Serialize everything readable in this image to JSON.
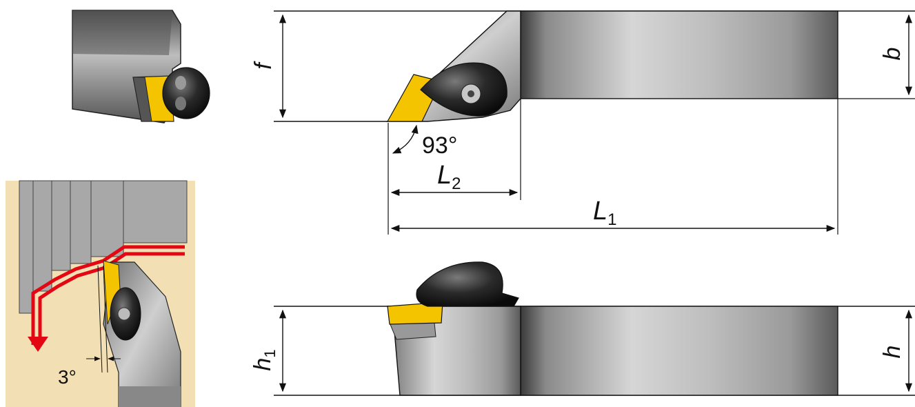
{
  "labels": {
    "f": "f",
    "b": "b",
    "h1_main": "h",
    "h1_sub": "1",
    "h": "h",
    "L1_main": "L",
    "L1_sub": "1",
    "L2_main": "L",
    "L2_sub": "2",
    "approach_angle": "93°",
    "clearance_angle": "3°"
  },
  "colors": {
    "insert_yellow": "#f5c400",
    "toolpath_red": "#e30613",
    "background_panel": "#f3dfb4"
  }
}
